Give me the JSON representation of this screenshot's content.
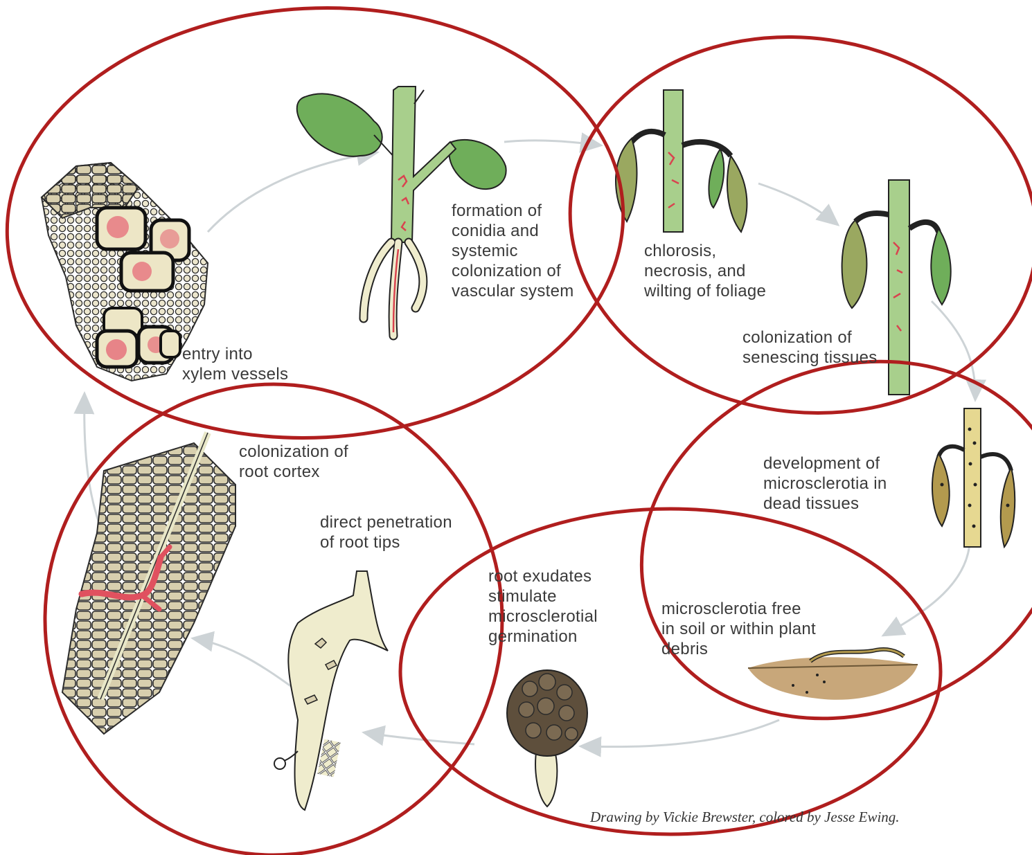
{
  "labels": {
    "entry_xylem": "entry into\nxylem vessels",
    "formation_conidia": "formation of\nconidia and\nsystemic\ncolonization of\nvascular system",
    "chlorosis": "chlorosis,\nnecrosis, and\nwilting of foliage",
    "senescing": "colonization of\nsenescing tissues",
    "microsclerotia_dev": "development of\nmicrosclerotia in\ndead tissues",
    "microsclerotia_free": "microsclerotia free\nin soil or within plant\ndebris",
    "root_exudates": "root exudates\nstimulate\nmicrosclerotial\ngermination",
    "direct_penetration": "direct penetration\nof root tips",
    "root_cortex": "colonization of\nroot cortex"
  },
  "credit": "Drawing by Vickie Brewster, colored by Jesse Ewing.",
  "colors": {
    "highlight_ellipse": "#b01e1e",
    "cycle_arrow": "#cdd3d6",
    "leaf_green": "#6fae5a",
    "stem_green": "#a8cf8c",
    "fungus_red": "#d9434f",
    "wilted_leaf": "#9aa860",
    "dead_tissue": "#b39a4e",
    "soil": "#c8a77a",
    "microsclerotium": "#5e4f3c",
    "root_cream": "#efeccd",
    "cell_tan": "#d8cfae"
  }
}
